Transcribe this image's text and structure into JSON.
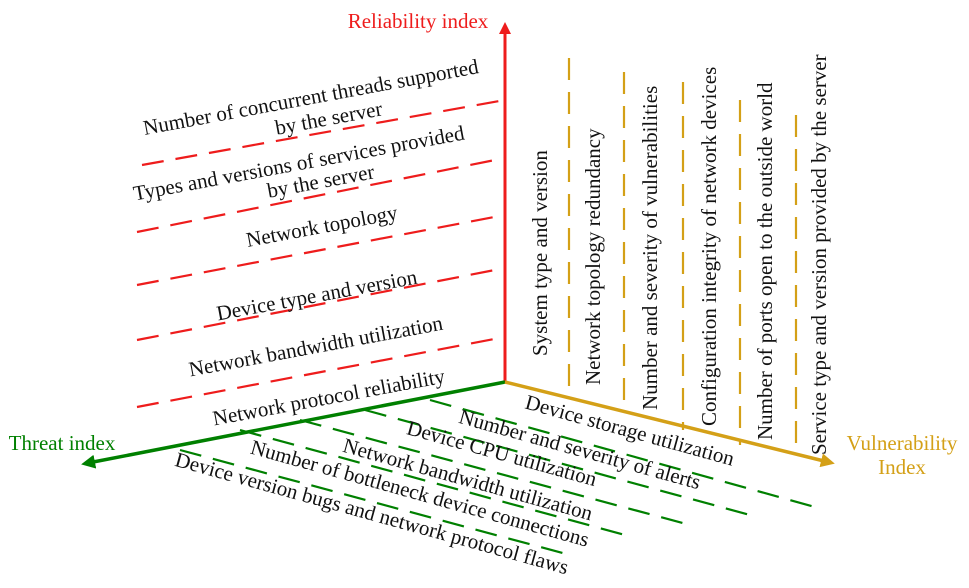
{
  "colors": {
    "reliability": "#ee1c1c",
    "threat": "#008000",
    "vulnerability": "#d4a017",
    "text": "#111111"
  },
  "axes": {
    "reliability": "Reliability index",
    "threat": "Threat index",
    "vulnerability_line1": "Vulnerability",
    "vulnerability_line2": "Index"
  },
  "reliability_items": {
    "concurrent_threads_line1": "Number of concurrent threads supported",
    "concurrent_threads_line2": "by the server",
    "services_line1": "Types and versions of services provided",
    "services_line2": "by the server",
    "network_topology": "Network topology",
    "device_type_version": "Device type and version",
    "network_bandwidth": "Network bandwidth utilization",
    "protocol_reliability": "Network protocol reliability"
  },
  "vulnerability_items": {
    "system_type": "System type and version",
    "topology_redundancy": "Network topology redundancy",
    "vulnerabilities": "Number and severity of vulnerabilities",
    "config_integrity": "Configuration integrity of network devices",
    "open_ports": "Number of ports open to the outside world",
    "service_type": "Service type and version provided by the server"
  },
  "threat_items": {
    "storage": "Device storage utilization",
    "alerts": "Number and severity of alerts",
    "cpu": "Device CPU utilization",
    "bandwidth": "Network bandwidth utilization",
    "bottleneck": "Number of bottleneck device connections",
    "version_bugs": "Device version bugs and network protocol flaws"
  }
}
